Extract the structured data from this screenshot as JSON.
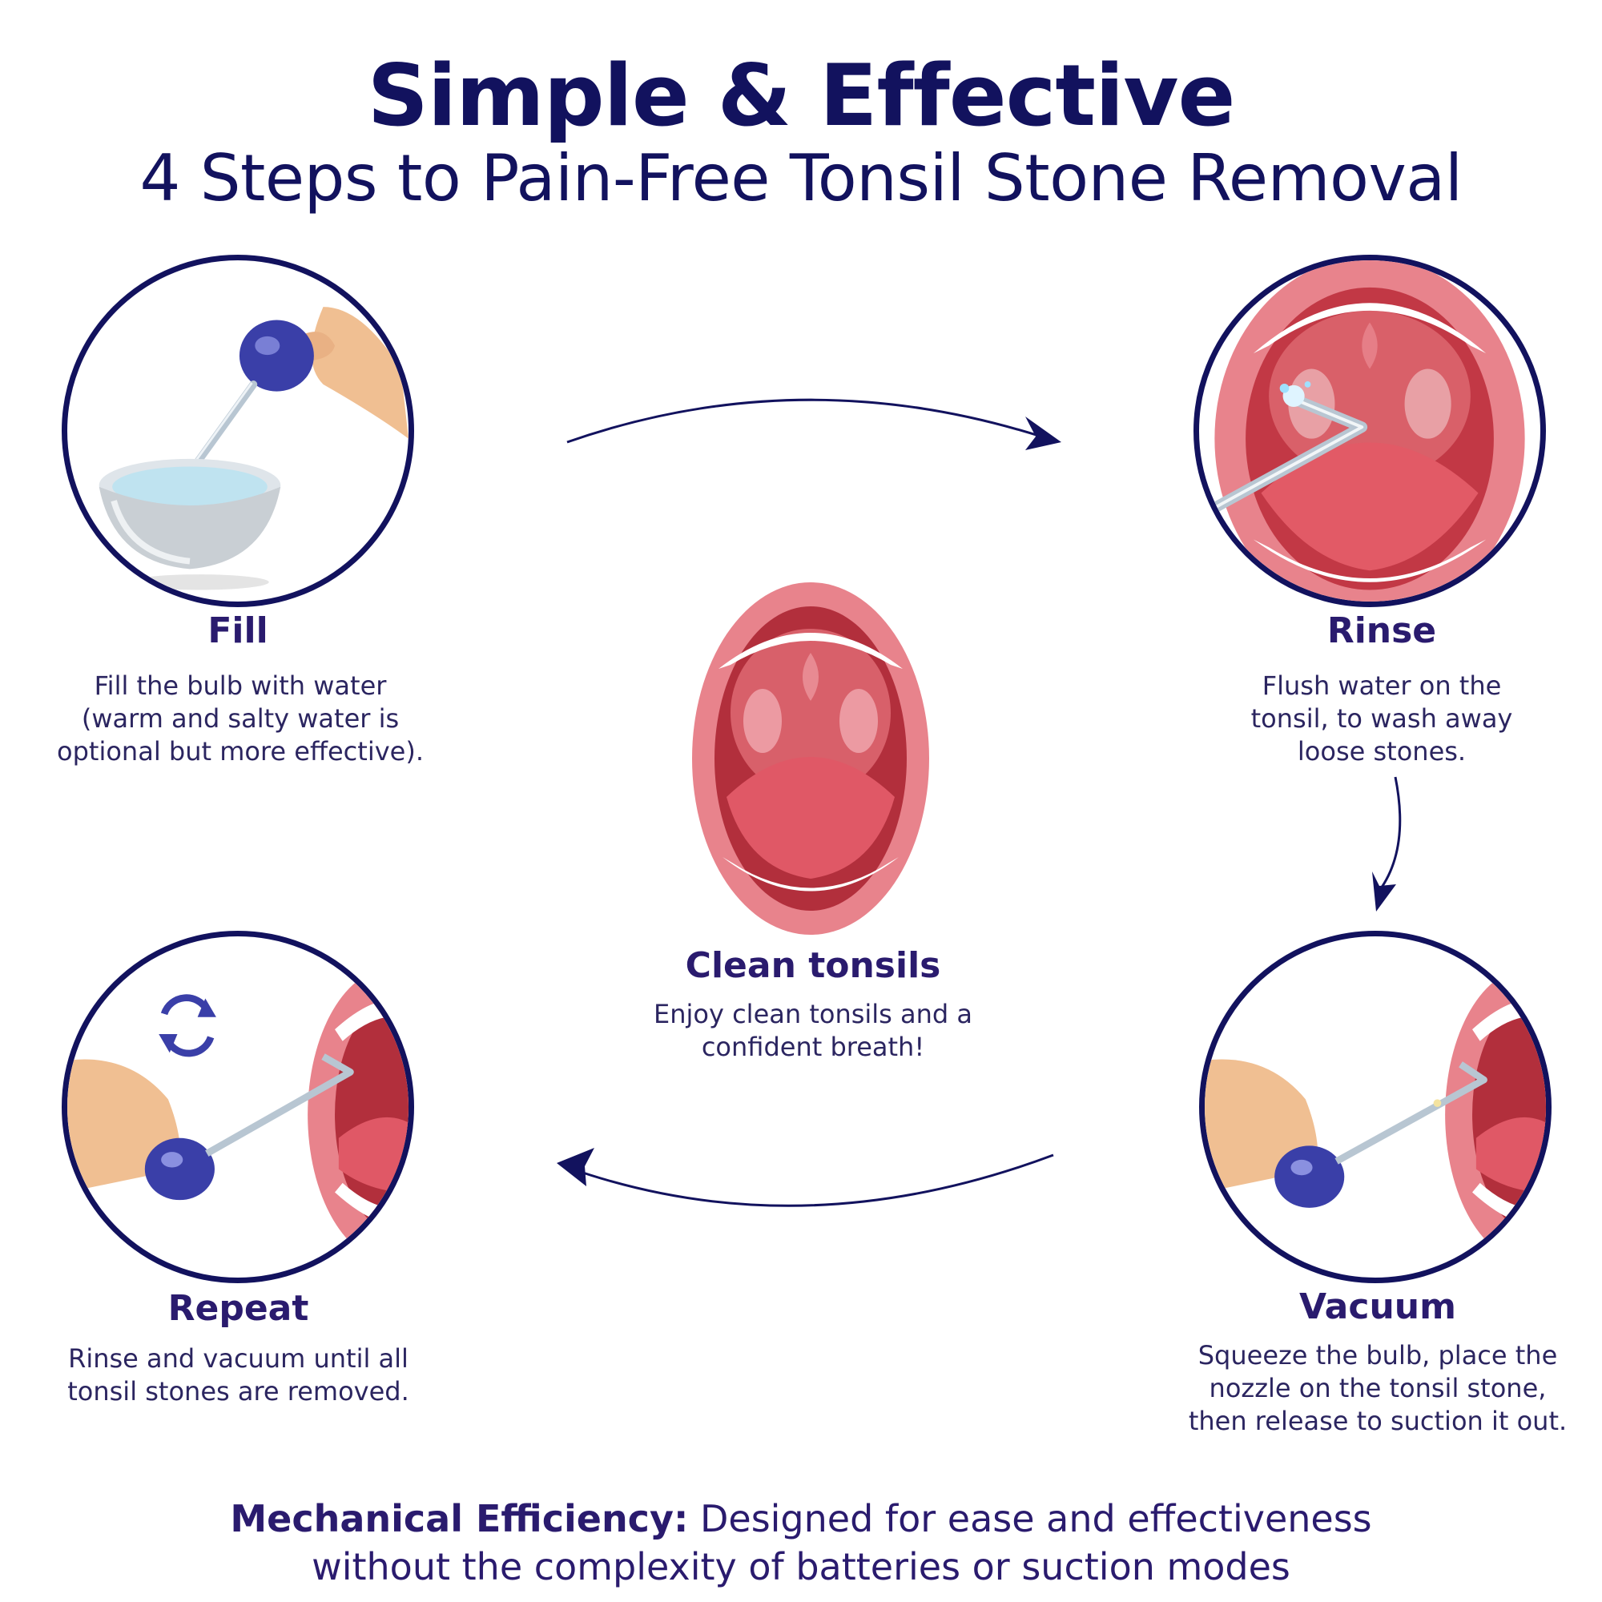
{
  "header": {
    "title": "Simple & Effective",
    "subtitle": "4 Steps to Pain-Free Tonsil Stone Removal"
  },
  "steps": [
    {
      "title": "Fill",
      "lines": [
        "Fill the bulb with water",
        "(warm and salty water is",
        "optional but more effective)."
      ]
    },
    {
      "title": "Rinse",
      "lines": [
        "Flush water on the",
        "tonsil, to wash away",
        "loose stones."
      ]
    },
    {
      "title": "Vacuum",
      "lines": [
        "Squeeze the bulb, place the",
        "nozzle on the tonsil stone,",
        "then release to suction it out."
      ]
    },
    {
      "title": "Repeat",
      "lines": [
        "Rinse and vacuum until all",
        "tonsil stones are removed."
      ]
    }
  ],
  "center": {
    "title": "Clean tonsils",
    "lines": [
      "Enjoy clean tonsils and a",
      "confident breath!"
    ]
  },
  "footer": {
    "bold": "Mechanical Efficiency:",
    "rest": " Designed for ease and effectiveness",
    "line2": "without the complexity of batteries or suction modes"
  },
  "colors": {
    "navy": "#12125e",
    "lip": "#e8838c",
    "gum": "#d9535f",
    "tongue": "#d94f5c",
    "bulb": "#3a3fa8"
  }
}
